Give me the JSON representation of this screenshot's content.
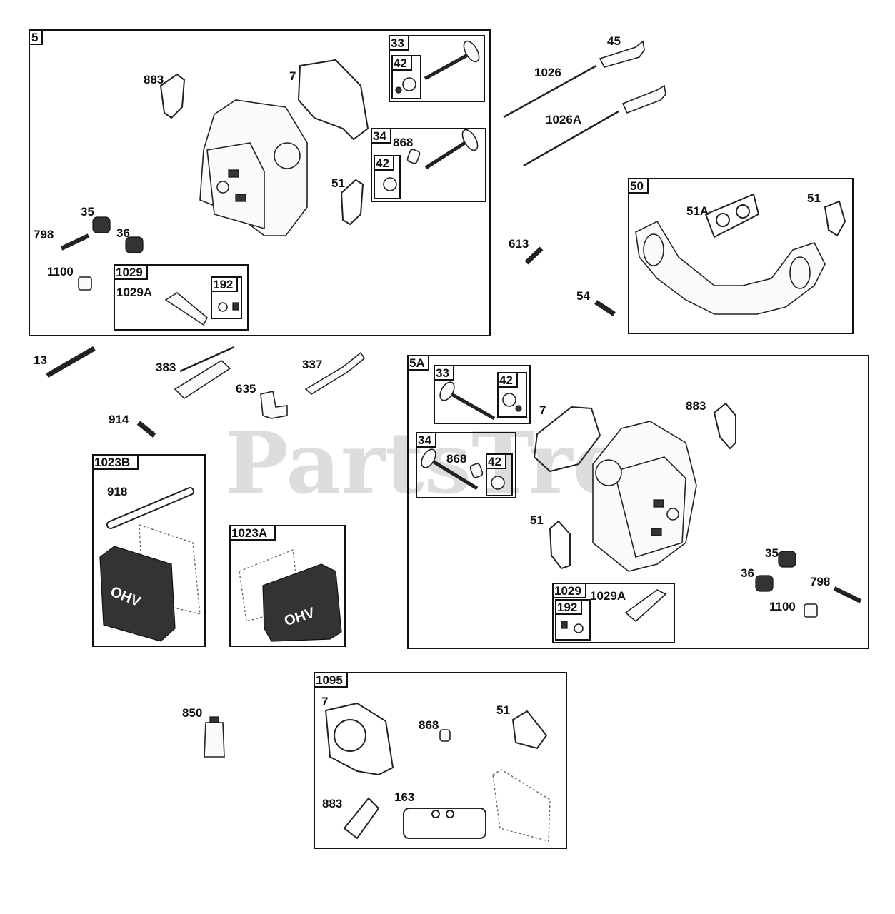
{
  "watermark": "PartsTree",
  "groups": {
    "g5": "5",
    "g33a": "33",
    "g42a": "42",
    "g34a": "34",
    "g42b": "42",
    "g1029a": "1029",
    "g192a": "192",
    "g50": "50",
    "g5A": "5A",
    "g33b": "33",
    "g42c": "42",
    "g34b": "34",
    "g42d": "42",
    "g1029b": "1029",
    "g192b": "192",
    "g1023B": "1023B",
    "g1023A": "1023A",
    "g1095": "1095"
  },
  "labels": {
    "p883_a": "883",
    "p7_a": "7",
    "p868_a": "868",
    "p51_a": "51",
    "p35_a": "35",
    "p798_a": "798",
    "p36_a": "36",
    "p1100_a": "1100",
    "p1029A_a": "1029A",
    "p45": "45",
    "p1026": "1026",
    "p1026A": "1026A",
    "p51A": "51A",
    "p51_b": "51",
    "p613": "613",
    "p54": "54",
    "p13": "13",
    "p383": "383",
    "p337": "337",
    "p635": "635",
    "p914": "914",
    "p918": "918",
    "p7_b": "7",
    "p883_b": "883",
    "p868_b": "868",
    "p51_c": "51",
    "p35_b": "35",
    "p36_b": "36",
    "p798_b": "798",
    "p1100_b": "1100",
    "p1029A_b": "1029A",
    "p850": "850",
    "p7_c": "7",
    "p868_c": "868",
    "p51_d": "51",
    "p883_c": "883",
    "p163": "163"
  },
  "cover_text": "OHV"
}
